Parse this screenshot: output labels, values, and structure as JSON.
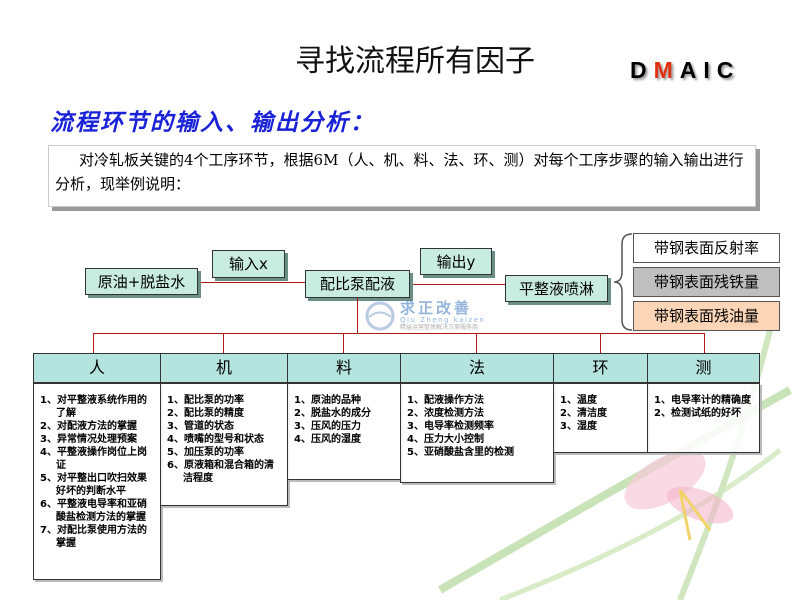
{
  "title": "寻找流程所有因子",
  "dmaic": {
    "d": "D",
    "m": "M",
    "aic": "AIC"
  },
  "heading": "流程环节的输入、输出分析：",
  "description": "对冷轧板关键的4个工序环节，根据6M（人、机、料、法、环、测）对每个工序步骤的输入输出进行分析，现举例说明：",
  "flow": {
    "input_material": "原油+脱盐水",
    "input_label": "输入x",
    "process": "配比泵配液",
    "output_label": "输出y",
    "next_step": "平整液喷淋",
    "outputs": [
      "带钢表面反射率",
      "带钢表面残铁量",
      "带钢表面残油量"
    ]
  },
  "watermark": {
    "cn": "求正改善",
    "en": "Qiu Zheng kaizen",
    "sub": "精益运营整体解决方案服务商"
  },
  "colors": {
    "box_fill": "#c9ece1",
    "header_fill": "#b5e3de",
    "line": "#b01818",
    "gray": "#bfbfbf",
    "peach": "#fbd5b5"
  },
  "categories": [
    {
      "name": "人",
      "items": [
        "1、对平整液系统作用的了解",
        "2、对配液方法的掌握",
        "3、异常情况处理预案",
        "4、平整液操作岗位上岗证",
        "5、对平整出口吹扫效果好坏的判断水平",
        "6、平整液电导率和亚硝酸盐检测方法的掌握",
        "7、对配比泵使用方法的掌握"
      ]
    },
    {
      "name": "机",
      "items": [
        "1、配比泵的功率",
        "2、配比泵的精度",
        "3、管道的状态",
        "4、喷嘴的型号和状态",
        "5、加压泵的功率",
        "6、原液箱和混合箱的清洁程度"
      ]
    },
    {
      "name": "料",
      "items": [
        "1、原油的品种",
        "2、脱盐水的成分",
        "3、压风的压力",
        "4、压风的湿度"
      ]
    },
    {
      "name": "法",
      "items": [
        "1、配液操作方法",
        "2、浓度检测方法",
        "3、电导率检测频率",
        "4、压力大小控制",
        "5、亚硝酸盐含里的检测"
      ]
    },
    {
      "name": "环",
      "items": [
        "1、温度",
        "2、清洁度",
        "3、湿度"
      ]
    },
    {
      "name": "测",
      "items": [
        "1、电导率计的精确度",
        "2、检测试纸的好坏"
      ]
    }
  ]
}
